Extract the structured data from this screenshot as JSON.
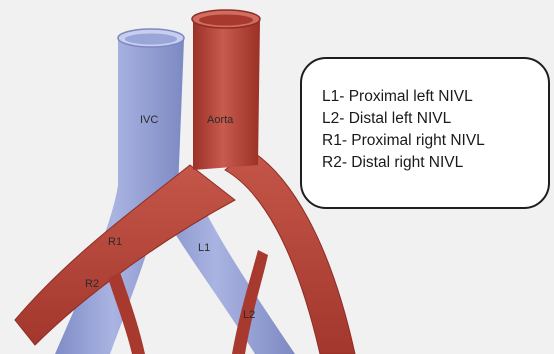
{
  "diagram": {
    "vessel_labels": {
      "ivc": "IVC",
      "aorta": "Aorta",
      "r1": "R1",
      "r2": "R2",
      "l1": "L1",
      "l2": "L2"
    },
    "legend": [
      "L1- Proximal left NIVL",
      "L2- Distal left NIVL",
      "R1- Proximal right NIVL",
      "R2- Distal right NIVL"
    ],
    "colors": {
      "ivc": "#9aa6d8",
      "aorta": "#b9463c",
      "background": "#f1f1f1"
    }
  }
}
